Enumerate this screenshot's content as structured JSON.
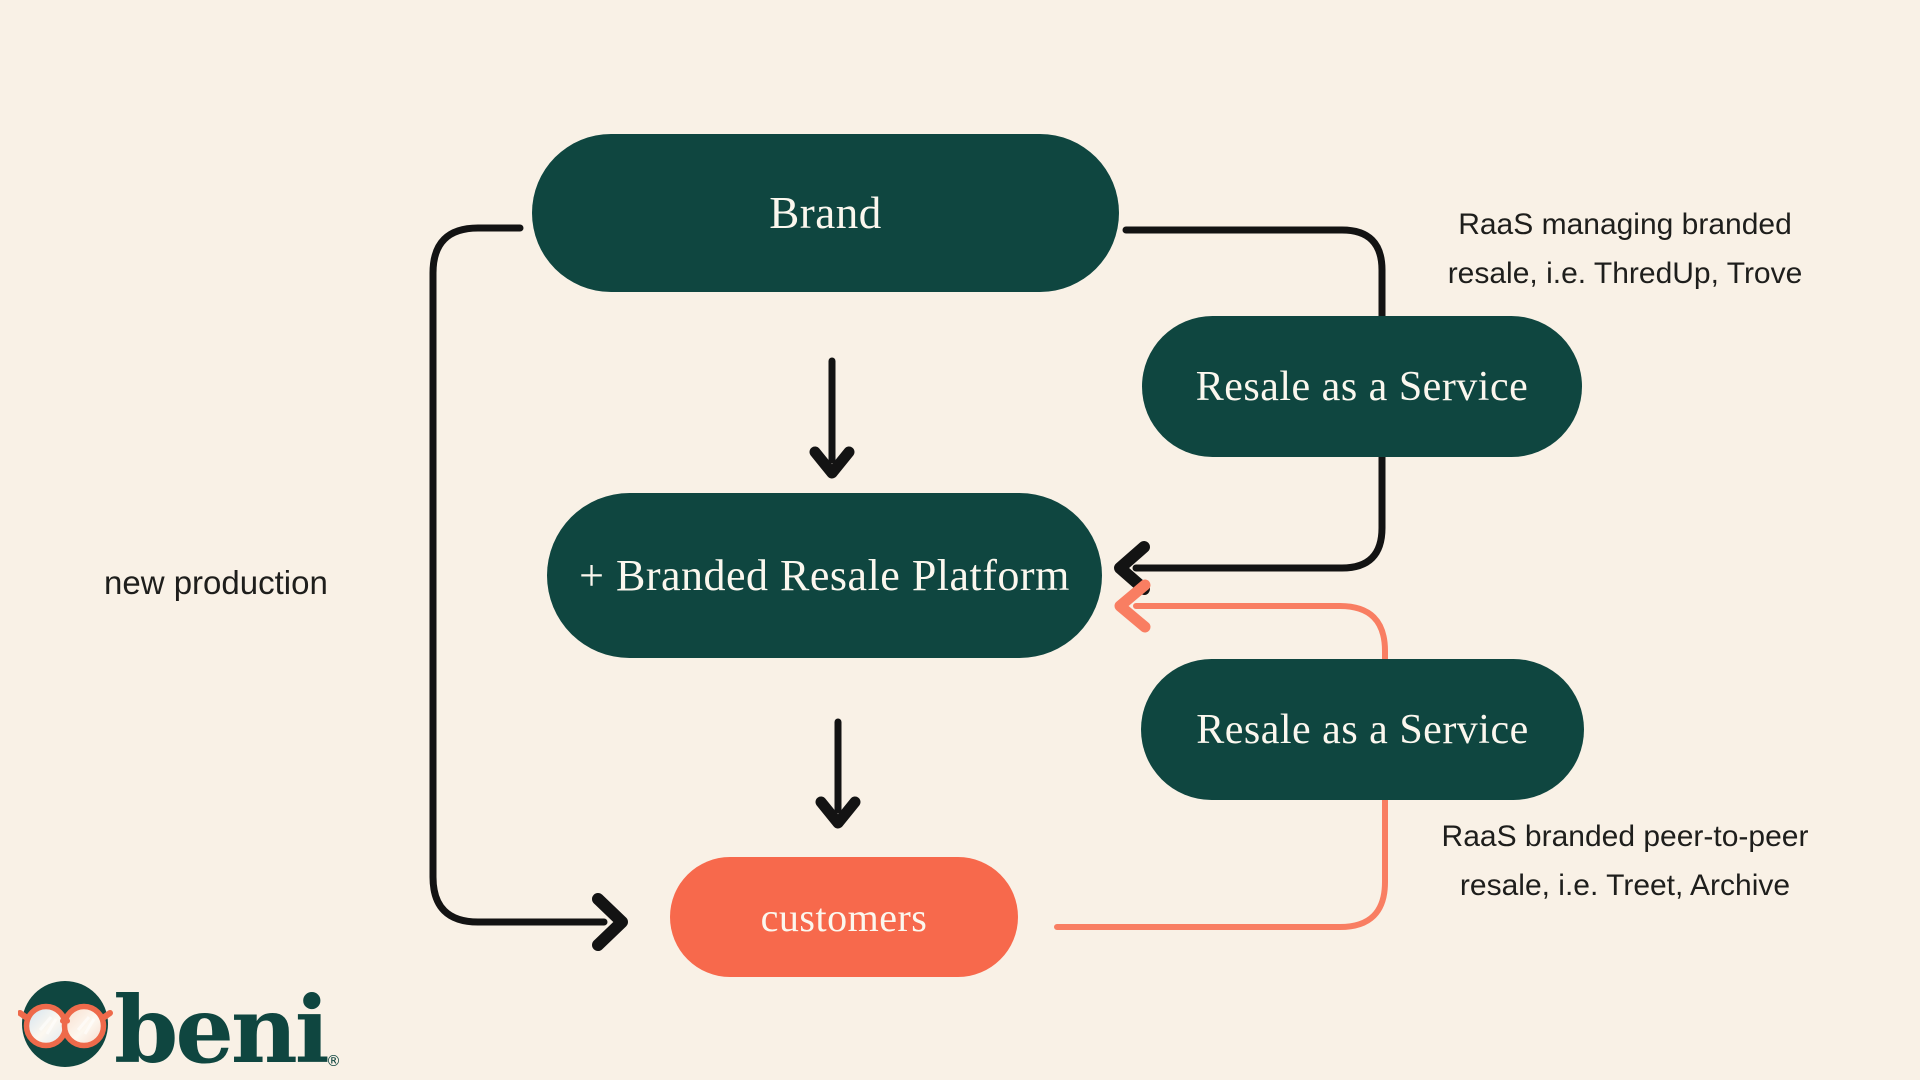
{
  "background": "#f9f1e6",
  "palette": {
    "teal": "#0f4640",
    "coral": "#f7694c",
    "arrow_black": "#131313",
    "arrow_orange": "#f97e62",
    "annotation_text": "#1e1e1c",
    "pill_text": "#fbf7ee"
  },
  "nodes": {
    "brand": {
      "label": "Brand"
    },
    "raas_top": {
      "label": "Resale as a Service"
    },
    "branded_platform": {
      "label": "+ Branded Resale Platform"
    },
    "raas_bottom": {
      "label": "Resale as a Service"
    },
    "customers": {
      "label": "customers"
    }
  },
  "annotations": {
    "raas_top_note": {
      "line1": "RaaS managing branded",
      "line2": "resale, i.e. ThredUp, Trove"
    },
    "new_production": {
      "label": "new production"
    },
    "raas_bottom_note": {
      "line1": "RaaS branded peer-to-peer",
      "line2": "resale, i.e. Treet, Archive"
    }
  },
  "edges": [
    {
      "from": "brand",
      "to": "customers",
      "color": "black",
      "label": "new production",
      "route": "left-loop"
    },
    {
      "from": "brand",
      "to": "branded_platform",
      "color": "black",
      "route": "straight-down"
    },
    {
      "from": "brand",
      "to": "branded_platform",
      "color": "black",
      "route": "right-loop-through-raas-top"
    },
    {
      "from": "branded_platform",
      "to": "customers",
      "color": "black",
      "route": "straight-down"
    },
    {
      "from": "customers",
      "to": "branded_platform",
      "color": "orange",
      "route": "right-loop-through-raas-bottom"
    }
  ],
  "logo": {
    "brand_name": "beni",
    "registered_mark": "®",
    "icon": "glasses-icon"
  }
}
